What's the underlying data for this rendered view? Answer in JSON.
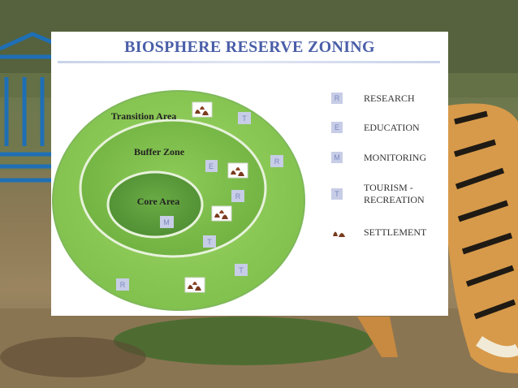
{
  "title": "BIOSPHERE RESERVE ZONING",
  "zones": {
    "transition": "Transition Area",
    "buffer": "Buffer Zone",
    "core": "Core  Area"
  },
  "legend": [
    {
      "code": "R",
      "label": "RESEARCH"
    },
    {
      "code": "E",
      "label": "EDUCATION"
    },
    {
      "code": "M",
      "label": "MONITORING"
    },
    {
      "code": "T",
      "label": "TOURISM -",
      "label2": "RECREATION"
    },
    {
      "code": "",
      "label": "SETTLEMENT",
      "icon": "settlement-icon"
    }
  ],
  "markers": {
    "t1": "T",
    "r1": "R",
    "e1": "E",
    "r2": "R",
    "m1": "M",
    "t2": "T",
    "t3": "T",
    "r3": "R"
  },
  "colors": {
    "title": "#4a5ea8",
    "transition": "#8ccb57",
    "buffer": "#79b948",
    "core": "#5c9c3d",
    "marker_bg": "#c7cde6",
    "settlement": "#7a3b1f"
  }
}
